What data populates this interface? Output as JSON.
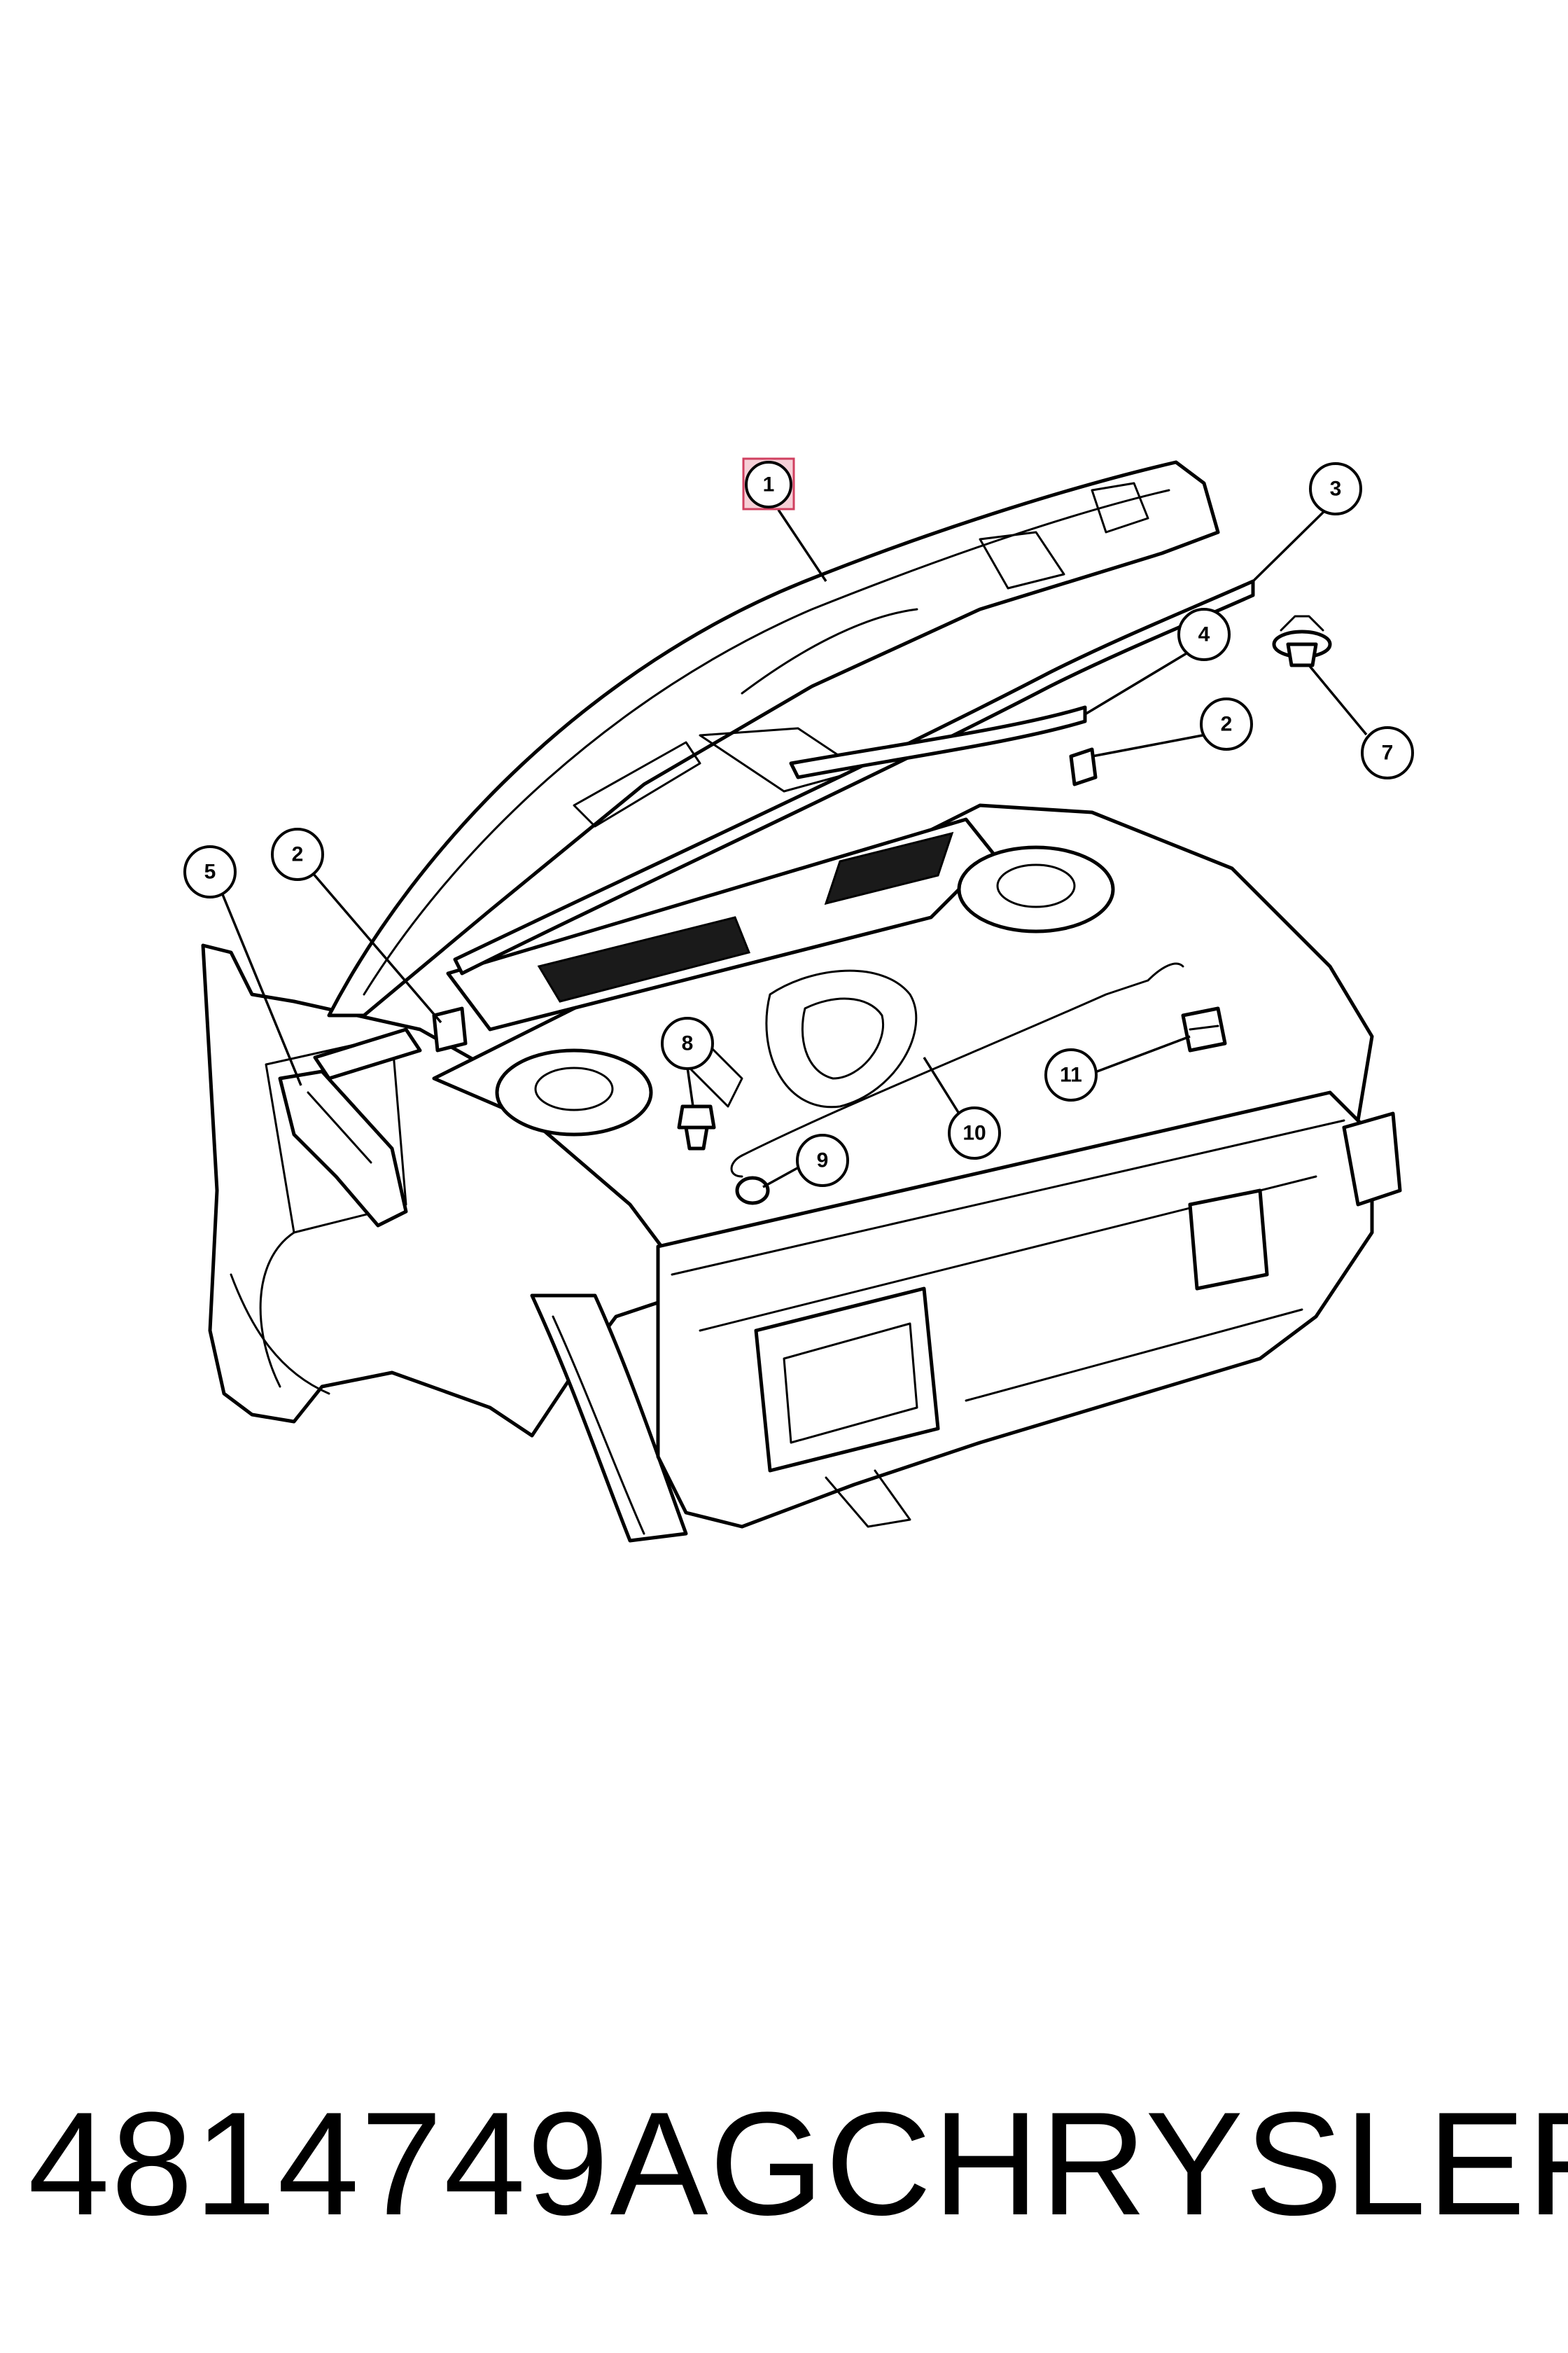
{
  "callouts": [
    {
      "label": "1",
      "highlighted": true
    },
    {
      "label": "2"
    },
    {
      "label": "2"
    },
    {
      "label": "3"
    },
    {
      "label": "4"
    },
    {
      "label": "5"
    },
    {
      "label": "7"
    },
    {
      "label": "8"
    },
    {
      "label": "9"
    },
    {
      "label": "10"
    },
    {
      "label": "11"
    }
  ],
  "caption": {
    "part_number": "4814749AG",
    "brand": "CHRYSLER"
  },
  "colors": {
    "line": "#000000",
    "background": "#ffffff",
    "highlight": "#d04060"
  }
}
